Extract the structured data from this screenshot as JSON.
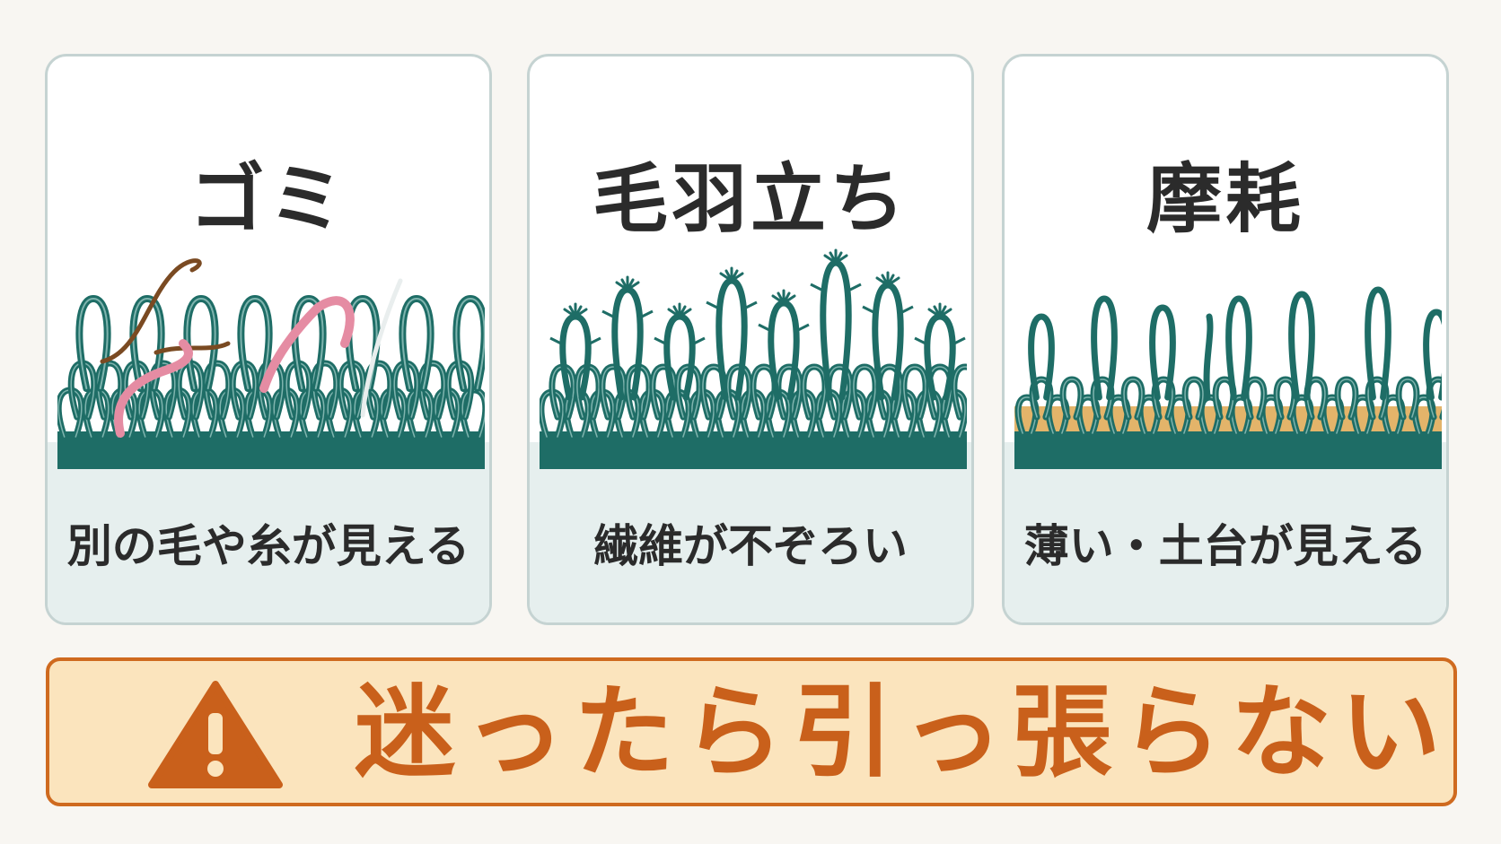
{
  "colors": {
    "fiber": "#1e6d66",
    "fiber_highlight": "#7fb4ae",
    "base": "#1e6d66",
    "debris_brown": "#7a4a22",
    "debris_pink": "#e58ca3",
    "debris_white": "#e9eeee",
    "exposed_backing": "#e3b46a",
    "accent": "#c9601b",
    "warning_bg": "#fbe4bd"
  },
  "panels": [
    {
      "title": "ゴミ",
      "caption": "別の毛や糸が見える",
      "illustration": "carpet-with-debris"
    },
    {
      "title": "毛羽立ち",
      "caption": "繊維が不ぞろい",
      "illustration": "carpet-fuzzy"
    },
    {
      "title": "摩耗",
      "caption": "薄い・土台が見える",
      "illustration": "carpet-worn"
    }
  ],
  "warning": {
    "icon": "warning-icon",
    "text": "迷ったら引っ張らない"
  }
}
